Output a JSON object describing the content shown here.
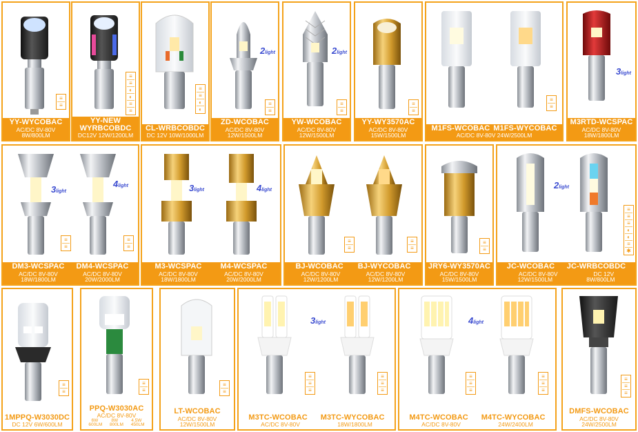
{
  "colors": {
    "frame": "#f4a21a",
    "label_bg": "#f39a14",
    "label_text": "#ffffff",
    "light_badge": "#3a4bd0"
  },
  "products": {
    "p1": {
      "model": "YY-WYCOBAC",
      "spec1": "AC/DC 8V-80V",
      "spec2": "8W/800LM"
    },
    "p2": {
      "model": "YY-NEW",
      "model2": "WYRBCOBDC",
      "spec1": "DC12V 12W/1200LM"
    },
    "p3": {
      "model": "CL-WRBCOBDC",
      "spec1": "DC 12V 10W/1000LM"
    },
    "p4": {
      "model": "ZD-WCOBAC",
      "spec1": "AC/DC 8V-80V",
      "spec2": "12W/1500LM",
      "lights": "2"
    },
    "p5": {
      "model": "YW-WCOBAC",
      "spec1": "AC/DC 8V-80V",
      "spec2": "12W/1500LM",
      "lights": "2"
    },
    "p6": {
      "model": "YY-WY3570AC",
      "spec1": "AC/DC 8V-80V",
      "spec2": "15W/1500LM"
    },
    "p7": {
      "model_a": "M1FS-WCOBAC",
      "model_b": "M1FS-WYCOBAC",
      "spec1": "AC/DC 8V-80V 24W/2500LM"
    },
    "p8": {
      "model": "M3RTD-WCSPAC",
      "spec1": "AC/DC 8V-80V",
      "spec2": "18W/1800LM",
      "lights": "3"
    },
    "p9": {
      "model_a": "DM3-WCSPAC",
      "model_b": "DM4-WCSPAC",
      "spec_a1": "AC/DC 8V-80V",
      "spec_a2": "18W/1800LM",
      "spec_b1": "AC/DC 8V-80V",
      "spec_b2": "20W/2000LM",
      "lights_a": "3",
      "lights_b": "4"
    },
    "p10": {
      "model_a": "M3-WCSPAC",
      "model_b": "M4-WCSPAC",
      "spec_a1": "AC/DC 8V-80V",
      "spec_a2": "18W/1800LM",
      "spec_b1": "AC/DC 8V-80V",
      "spec_b2": "20W/2000LM",
      "lights_a": "3",
      "lights_b": "4"
    },
    "p11": {
      "model_a": "BJ-WCOBAC",
      "model_b": "BJ-WYCOBAC",
      "spec_a1": "AC/DC 8V-80V",
      "spec_a2": "12W/1200LM",
      "spec_b1": "AC/DC 8V-80V",
      "spec_b2": "12W/1200LM"
    },
    "p12": {
      "model": "JRY6-WY3570AC",
      "spec1": "AC/DC 8V-80V",
      "spec2": "15W/1500LM"
    },
    "p13": {
      "model_a": "JC-WCOBAC",
      "model_b": "JC-WRBCOBDC",
      "spec_a1": "AC/DC 8V-80V",
      "spec_a2": "12W/1500LM",
      "spec_b1": "DC 12V",
      "spec_b2": "8W/800LM",
      "lights": "2"
    },
    "p14": {
      "model": "1MPPQ-W3030DC",
      "spec1": "DC 12V  6W/600LM"
    },
    "p15": {
      "model": "PPQ-W3030AC",
      "spec1": "AC/DC 8V-80V",
      "w1": "6W",
      "w2": "8W",
      "w3": "4.5W",
      "lm1": "600LM",
      "lm2": "800LM",
      "lm3": "450LM"
    },
    "p16": {
      "model": "LT-WCOBAC",
      "spec1": "AC/DC 8V-80V",
      "spec2": "12W/1500LM"
    },
    "p17": {
      "model_a": "M3TC-WCOBAC",
      "model_b": "M3TC-WYCOBAC",
      "spec_a": "AC/DC 8V-80V",
      "spec_b": "18W/1800LM",
      "lights": "3"
    },
    "p18": {
      "model_a": "M4TC-WCOBAC",
      "model_b": "M4TC-WYCOBAC",
      "spec_a": "AC/DC 8V-80V",
      "spec_b": "24W/2400LM",
      "lights": "4"
    },
    "p19": {
      "model": "DMFS-WCOBAC",
      "spec1": "AC/DC 8V-80V",
      "spec2": "24W/2500LM"
    }
  }
}
